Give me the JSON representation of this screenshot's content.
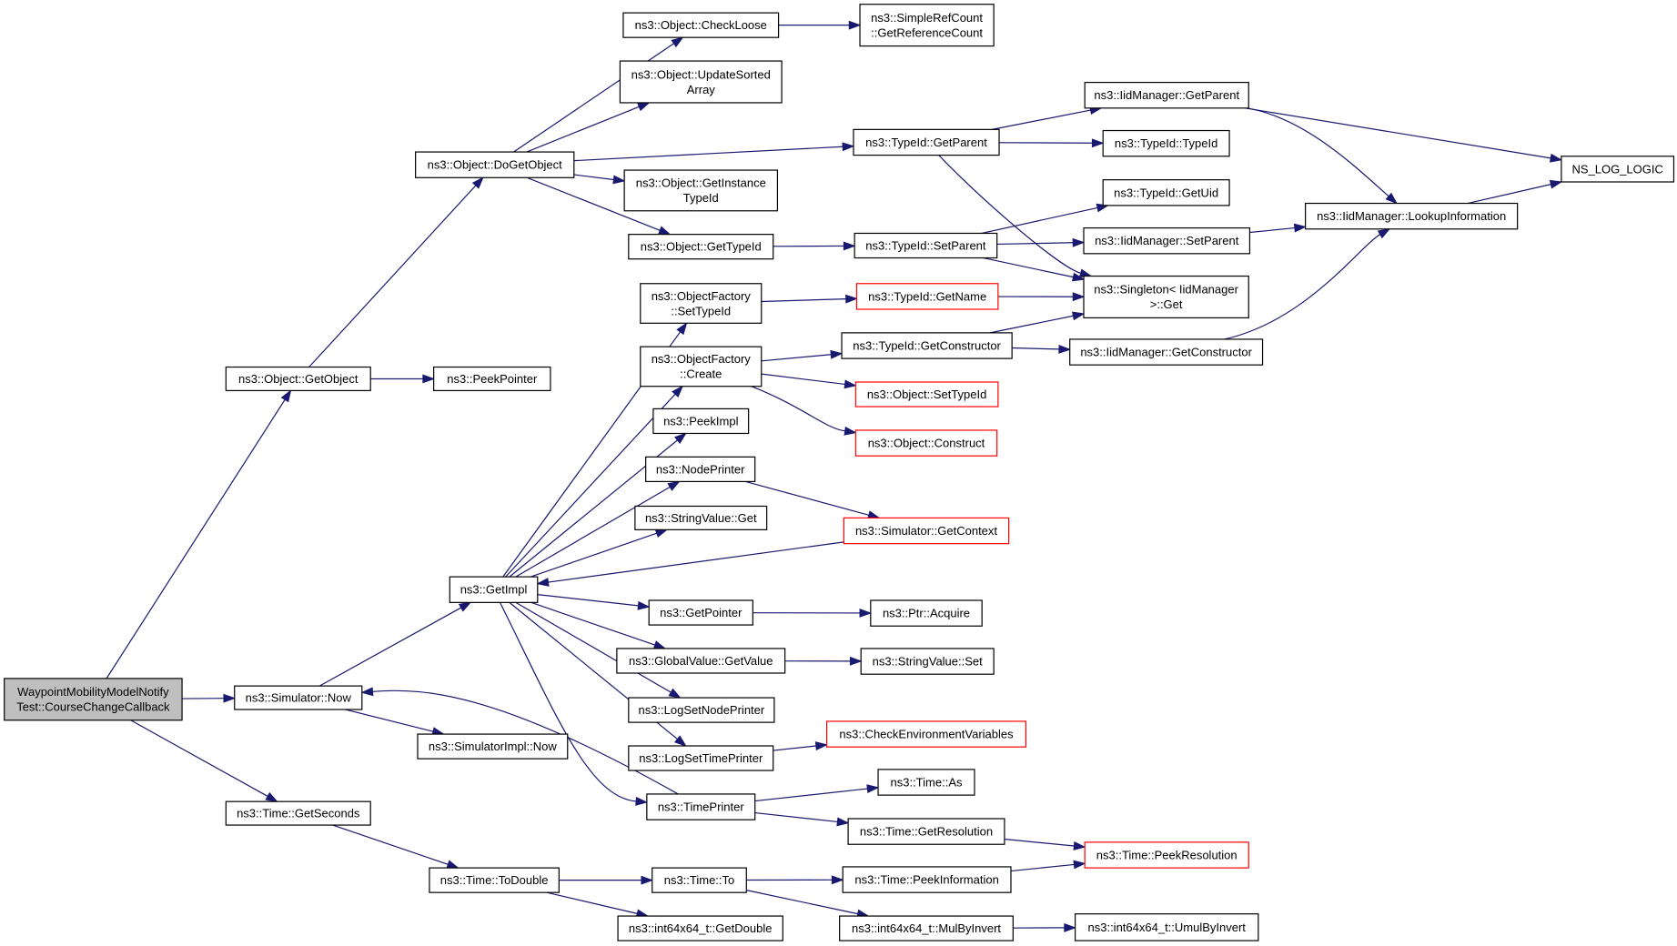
{
  "nodes": [
    {
      "id": "root",
      "lines": [
        "WaypointMobilityModelNotify",
        "Test::CourseChangeCallback"
      ],
      "style": "root"
    },
    {
      "id": "getobject",
      "lines": [
        "ns3::Object::GetObject"
      ],
      "style": "normal"
    },
    {
      "id": "simnow",
      "lines": [
        "ns3::Simulator::Now"
      ],
      "style": "normal"
    },
    {
      "id": "getseconds",
      "lines": [
        "ns3::Time::GetSeconds"
      ],
      "style": "normal"
    },
    {
      "id": "dogetobject",
      "lines": [
        "ns3::Object::DoGetObject"
      ],
      "style": "normal"
    },
    {
      "id": "peekpointer",
      "lines": [
        "ns3::PeekPointer"
      ],
      "style": "normal"
    },
    {
      "id": "getimpl",
      "lines": [
        "ns3::GetImpl"
      ],
      "style": "normal"
    },
    {
      "id": "simimplnow",
      "lines": [
        "ns3::SimulatorImpl::Now"
      ],
      "style": "normal"
    },
    {
      "id": "todouble",
      "lines": [
        "ns3::Time::ToDouble"
      ],
      "style": "normal"
    },
    {
      "id": "checkloose",
      "lines": [
        "ns3::Object::CheckLoose"
      ],
      "style": "normal"
    },
    {
      "id": "updatesorted",
      "lines": [
        "ns3::Object::UpdateSorted",
        "Array"
      ],
      "style": "normal"
    },
    {
      "id": "getinstancetypeid",
      "lines": [
        "ns3::Object::GetInstance",
        "TypeId"
      ],
      "style": "normal"
    },
    {
      "id": "objgettypeid",
      "lines": [
        "ns3::Object::GetTypeId"
      ],
      "style": "normal"
    },
    {
      "id": "ofsettypeid",
      "lines": [
        "ns3::ObjectFactory",
        "::SetTypeId"
      ],
      "style": "normal"
    },
    {
      "id": "ofcreate",
      "lines": [
        "ns3::ObjectFactory",
        "::Create"
      ],
      "style": "normal"
    },
    {
      "id": "peekimpl",
      "lines": [
        "ns3::PeekImpl"
      ],
      "style": "normal"
    },
    {
      "id": "nodeprinter",
      "lines": [
        "ns3::NodePrinter"
      ],
      "style": "normal"
    },
    {
      "id": "stringvalueget",
      "lines": [
        "ns3::StringValue::Get"
      ],
      "style": "normal"
    },
    {
      "id": "getpointer",
      "lines": [
        "ns3::GetPointer"
      ],
      "style": "normal"
    },
    {
      "id": "globalvalueget",
      "lines": [
        "ns3::GlobalValue::GetValue"
      ],
      "style": "normal"
    },
    {
      "id": "logsetnodeprinter",
      "lines": [
        "ns3::LogSetNodePrinter"
      ],
      "style": "normal"
    },
    {
      "id": "logsettimeprinter",
      "lines": [
        "ns3::LogSetTimePrinter"
      ],
      "style": "normal"
    },
    {
      "id": "timeprinter",
      "lines": [
        "ns3::TimePrinter"
      ],
      "style": "normal"
    },
    {
      "id": "timeto",
      "lines": [
        "ns3::Time::To"
      ],
      "style": "normal"
    },
    {
      "id": "getdouble",
      "lines": [
        "ns3::int64x64_t::GetDouble"
      ],
      "style": "normal"
    },
    {
      "id": "getrefcount",
      "lines": [
        "ns3::SimpleRefCount",
        "::GetReferenceCount"
      ],
      "style": "normal"
    },
    {
      "id": "typeidgetparent",
      "lines": [
        "ns3::TypeId::GetParent"
      ],
      "style": "normal"
    },
    {
      "id": "typeidsetparent",
      "lines": [
        "ns3::TypeId::SetParent"
      ],
      "style": "normal"
    },
    {
      "id": "typeidgetname",
      "lines": [
        "ns3::TypeId::GetName"
      ],
      "style": "red"
    },
    {
      "id": "typeidgetconstructor",
      "lines": [
        "ns3::TypeId::GetConstructor"
      ],
      "style": "normal"
    },
    {
      "id": "objsettypeid",
      "lines": [
        "ns3::Object::SetTypeId"
      ],
      "style": "red"
    },
    {
      "id": "objconstruct",
      "lines": [
        "ns3::Object::Construct"
      ],
      "style": "red"
    },
    {
      "id": "simgetcontext",
      "lines": [
        "ns3::Simulator::GetContext"
      ],
      "style": "red"
    },
    {
      "id": "ptracquire",
      "lines": [
        "ns3::Ptr::Acquire"
      ],
      "style": "normal"
    },
    {
      "id": "stringvalueset",
      "lines": [
        "ns3::StringValue::Set"
      ],
      "style": "normal"
    },
    {
      "id": "checkenv",
      "lines": [
        "ns3::CheckEnvironmentVariables"
      ],
      "style": "red"
    },
    {
      "id": "timeas",
      "lines": [
        "ns3::Time::As"
      ],
      "style": "normal"
    },
    {
      "id": "timegetresolution",
      "lines": [
        "ns3::Time::GetResolution"
      ],
      "style": "normal"
    },
    {
      "id": "timepeekinformation",
      "lines": [
        "ns3::Time::PeekInformation"
      ],
      "style": "normal"
    },
    {
      "id": "mulbyinvert",
      "lines": [
        "ns3::int64x64_t::MulByInvert"
      ],
      "style": "normal"
    },
    {
      "id": "iidgetparent",
      "lines": [
        "ns3::IidManager::GetParent"
      ],
      "style": "normal"
    },
    {
      "id": "typeidtypeid",
      "lines": [
        "ns3::TypeId::TypeId"
      ],
      "style": "normal"
    },
    {
      "id": "typeidgetuid",
      "lines": [
        "ns3::TypeId::GetUid"
      ],
      "style": "normal"
    },
    {
      "id": "iidsetparent",
      "lines": [
        "ns3::IidManager::SetParent"
      ],
      "style": "normal"
    },
    {
      "id": "singletonget",
      "lines": [
        "ns3::Singleton< IidManager",
        " >::Get"
      ],
      "style": "normal"
    },
    {
      "id": "iidgetconstructor",
      "lines": [
        "ns3::IidManager::GetConstructor"
      ],
      "style": "normal"
    },
    {
      "id": "timepeekresolution",
      "lines": [
        "ns3::Time::PeekResolution"
      ],
      "style": "red"
    },
    {
      "id": "umulbyinvert",
      "lines": [
        "ns3::int64x64_t::UmulByInvert"
      ],
      "style": "normal"
    },
    {
      "id": "iidlookup",
      "lines": [
        "ns3::IidManager::LookupInformation"
      ],
      "style": "normal"
    },
    {
      "id": "nslog",
      "lines": [
        "NS_LOG_LOGIC"
      ],
      "style": "normal"
    }
  ],
  "edges": [
    [
      "root",
      "getobject"
    ],
    [
      "root",
      "simnow"
    ],
    [
      "root",
      "getseconds"
    ],
    [
      "getobject",
      "dogetobject"
    ],
    [
      "getobject",
      "peekpointer"
    ],
    [
      "simnow",
      "getimpl"
    ],
    [
      "simnow",
      "simimplnow"
    ],
    [
      "getseconds",
      "todouble"
    ],
    [
      "dogetobject",
      "checkloose"
    ],
    [
      "dogetobject",
      "updatesorted"
    ],
    [
      "dogetobject",
      "typeidgetparent"
    ],
    [
      "dogetobject",
      "getinstancetypeid"
    ],
    [
      "dogetobject",
      "objgettypeid"
    ],
    [
      "checkloose",
      "getrefcount"
    ],
    [
      "objgettypeid",
      "typeidsetparent"
    ],
    [
      "getimpl",
      "ofsettypeid"
    ],
    [
      "getimpl",
      "ofcreate"
    ],
    [
      "getimpl",
      "peekimpl"
    ],
    [
      "getimpl",
      "nodeprinter"
    ],
    [
      "getimpl",
      "stringvalueget"
    ],
    [
      "getimpl",
      "getpointer"
    ],
    [
      "getimpl",
      "globalvalueget"
    ],
    [
      "getimpl",
      "logsetnodeprinter"
    ],
    [
      "getimpl",
      "logsettimeprinter"
    ],
    [
      "getimpl",
      "timeprinter"
    ],
    [
      "ofsettypeid",
      "typeidgetname"
    ],
    [
      "ofcreate",
      "typeidgetconstructor"
    ],
    [
      "ofcreate",
      "objsettypeid"
    ],
    [
      "ofcreate",
      "objconstruct"
    ],
    [
      "nodeprinter",
      "simgetcontext"
    ],
    [
      "simgetcontext",
      "getimpl"
    ],
    [
      "getpointer",
      "ptracquire"
    ],
    [
      "globalvalueget",
      "stringvalueset"
    ],
    [
      "logsettimeprinter",
      "checkenv"
    ],
    [
      "timeprinter",
      "simnow"
    ],
    [
      "timeprinter",
      "timeas"
    ],
    [
      "timeprinter",
      "timegetresolution"
    ],
    [
      "timegetresolution",
      "timepeekresolution"
    ],
    [
      "todouble",
      "timeto"
    ],
    [
      "todouble",
      "getdouble"
    ],
    [
      "timeto",
      "timepeekinformation"
    ],
    [
      "timeto",
      "mulbyinvert"
    ],
    [
      "timepeekinformation",
      "timepeekresolution"
    ],
    [
      "mulbyinvert",
      "umulbyinvert"
    ],
    [
      "typeidgetparent",
      "iidgetparent"
    ],
    [
      "typeidgetparent",
      "typeidtypeid"
    ],
    [
      "typeidgetparent",
      "singletonget"
    ],
    [
      "typeidsetparent",
      "typeidgetuid"
    ],
    [
      "typeidsetparent",
      "iidsetparent"
    ],
    [
      "typeidsetparent",
      "singletonget"
    ],
    [
      "typeidgetname",
      "singletonget"
    ],
    [
      "typeidgetconstructor",
      "iidgetconstructor"
    ],
    [
      "typeidgetconstructor",
      "singletonget"
    ],
    [
      "iidgetparent",
      "nslog"
    ],
    [
      "iidgetparent",
      "iidlookup"
    ],
    [
      "iidsetparent",
      "iidlookup"
    ],
    [
      "iidgetconstructor",
      "iidlookup"
    ],
    [
      "iidlookup",
      "nslog"
    ]
  ]
}
